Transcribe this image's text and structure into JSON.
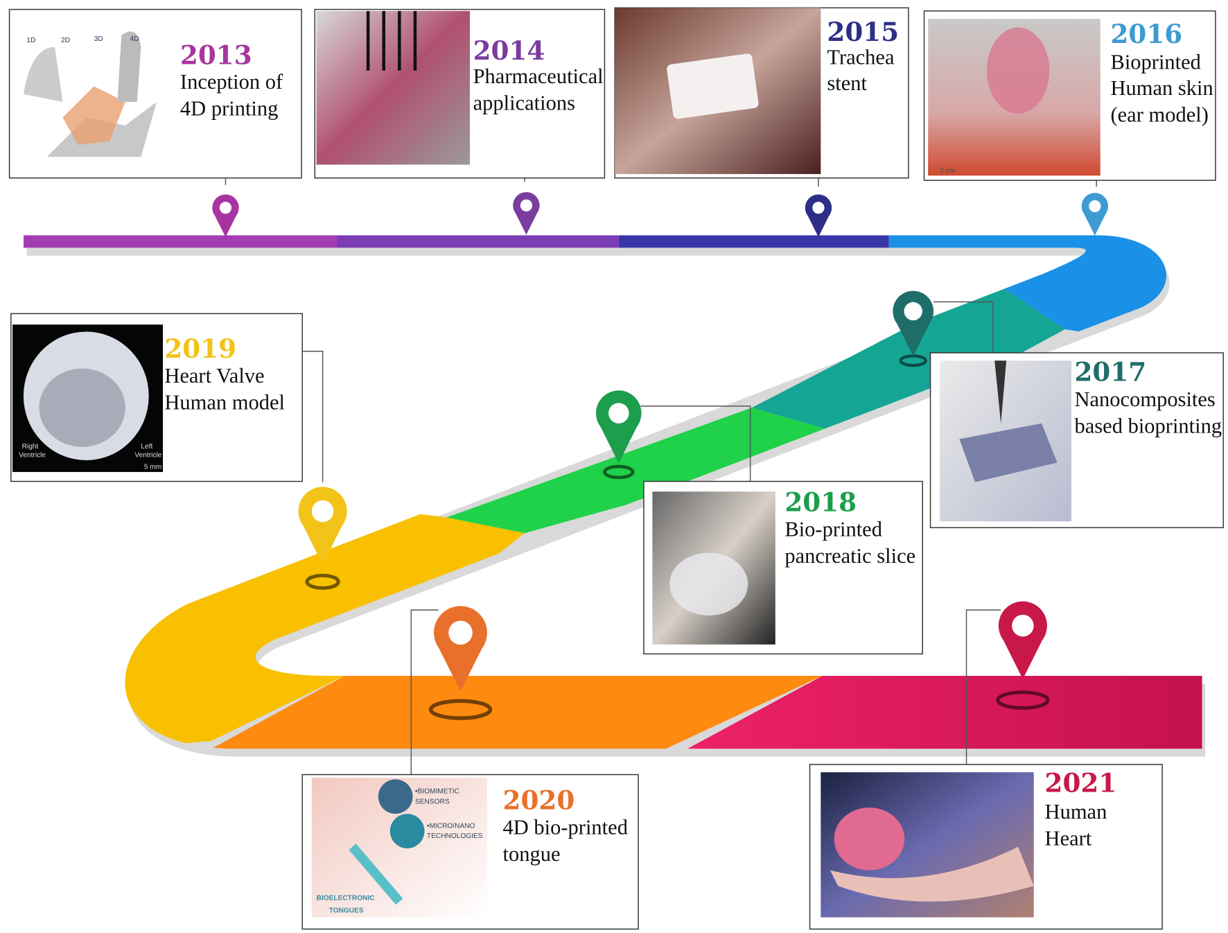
{
  "milestones": [
    {
      "year": "2013",
      "lines": [
        "Inception of",
        "4D printing"
      ],
      "color": "#a8359f",
      "image_labels": [
        "1D",
        "2D",
        "3D",
        "4D"
      ]
    },
    {
      "year": "2014",
      "lines": [
        "Pharmaceutical",
        "applications"
      ],
      "color": "#7a3d9e"
    },
    {
      "year": "2015",
      "lines": [
        "Trachea",
        "stent"
      ],
      "color": "#2d2f86"
    },
    {
      "year": "2016",
      "lines": [
        "Bioprinted",
        "Human skin",
        "(ear model)"
      ],
      "color": "#3d9bd3",
      "image_labels": [
        "2 cm"
      ]
    },
    {
      "year": "2017",
      "lines": [
        "Nanocomposites",
        "based bioprinting"
      ],
      "color": "#1f6d68"
    },
    {
      "year": "2018",
      "lines": [
        "Bio-printed",
        "pancreatic slice"
      ],
      "color": "#1c9e4c"
    },
    {
      "year": "2019",
      "lines": [
        "Heart Valve",
        "Human model"
      ],
      "color": "#f2c318",
      "image_labels": [
        "Right",
        "Ventricle",
        "Left",
        "Ventricle",
        "5 mm"
      ]
    },
    {
      "year": "2020",
      "lines": [
        "4D bio-printed",
        "tongue"
      ],
      "color": "#e8702a",
      "image_labels": [
        "•BIOMIMETIC",
        "SENSORS",
        "•MICRO/NANO",
        "TECHNOLOGIES",
        "BIOELECTRONIC",
        "TONGUES"
      ]
    },
    {
      "year": "2021",
      "lines": [
        "Human",
        "Heart"
      ],
      "color": "#c8184a"
    }
  ],
  "ribbon_colors": {
    "purple": "#a43cb4",
    "violet": "#7b3cb4",
    "indigo": "#3b36a8",
    "blue": "#1a90e6",
    "teal": "#14a594",
    "green": "#1fd24a",
    "yellow": "#f8c000",
    "orange": "#ff8a10",
    "pink": "#f0226a",
    "crimson": "#c8104a"
  }
}
